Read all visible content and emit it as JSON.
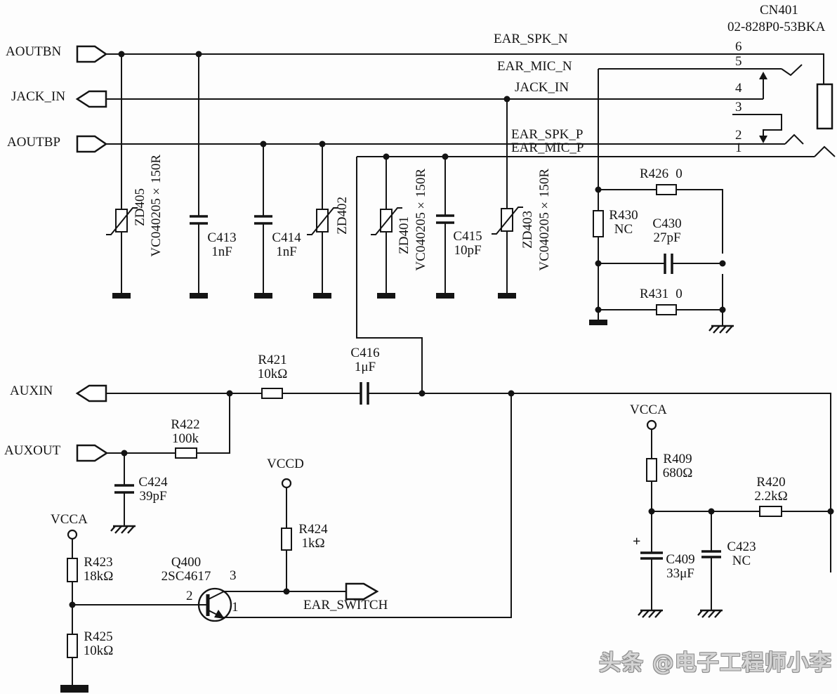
{
  "connector": {
    "ref": "CN401",
    "part": "02-828P0-53BKA",
    "pins": [
      "6",
      "5",
      "4",
      "3",
      "2",
      "1"
    ]
  },
  "nets": {
    "ear_spk_n": "EAR_SPK_N",
    "ear_mic_n": "EAR_MIC_N",
    "jack_in": "JACK_IN",
    "ear_spk_p": "EAR_SPK_P",
    "ear_mic_p": "EAR_MIC_P"
  },
  "ports": {
    "aoutbn": "AOUTBN",
    "jack_in": "JACK_IN",
    "aoutbp": "AOUTBP",
    "auxin": "AUXIN",
    "auxout": "AUXOUT",
    "ear_switch": "EAR_SWITCH"
  },
  "power": {
    "vcca_left": "VCCA",
    "vccd": "VCCD",
    "vcca_right": "VCCA"
  },
  "components": {
    "zd405": {
      "ref": "ZD405",
      "value": "VC040205×150R"
    },
    "c413": {
      "ref": "C413",
      "value": "1nF"
    },
    "c414": {
      "ref": "C414",
      "value": "1nF"
    },
    "zd402": {
      "ref": "ZD402"
    },
    "zd401": {
      "ref": "ZD401",
      "value": "VC040205×150R"
    },
    "c415": {
      "ref": "C415",
      "value": "10pF"
    },
    "zd403": {
      "ref": "ZD403",
      "value": "VC040205×150R"
    },
    "r426": {
      "ref": "R426",
      "value": "0"
    },
    "r430": {
      "ref": "R430",
      "value": "NC"
    },
    "c430": {
      "ref": "C430",
      "value": "27pF"
    },
    "r431": {
      "ref": "R431",
      "value": "0"
    },
    "r421": {
      "ref": "R421",
      "value": "10kΩ"
    },
    "c416": {
      "ref": "C416",
      "value": "1μF"
    },
    "r422": {
      "ref": "R422",
      "value": "100k"
    },
    "c424": {
      "ref": "C424",
      "value": "39pF"
    },
    "r423": {
      "ref": "R423",
      "value": "18kΩ"
    },
    "r425": {
      "ref": "R425",
      "value": "10kΩ"
    },
    "q400": {
      "ref": "Q400",
      "part": "2SC4617",
      "pin_base": "2",
      "pin_collector": "3",
      "pin_emitter": "1"
    },
    "r424": {
      "ref": "R424",
      "value": "1kΩ"
    },
    "r409": {
      "ref": "R409",
      "value": "680Ω"
    },
    "r420": {
      "ref": "R420",
      "value": "2.2kΩ"
    },
    "c409": {
      "ref": "C409",
      "value": "33μF",
      "polarity": "+"
    },
    "c423": {
      "ref": "C423",
      "value": "NC"
    }
  },
  "watermark": "头条 @电子工程师小李"
}
